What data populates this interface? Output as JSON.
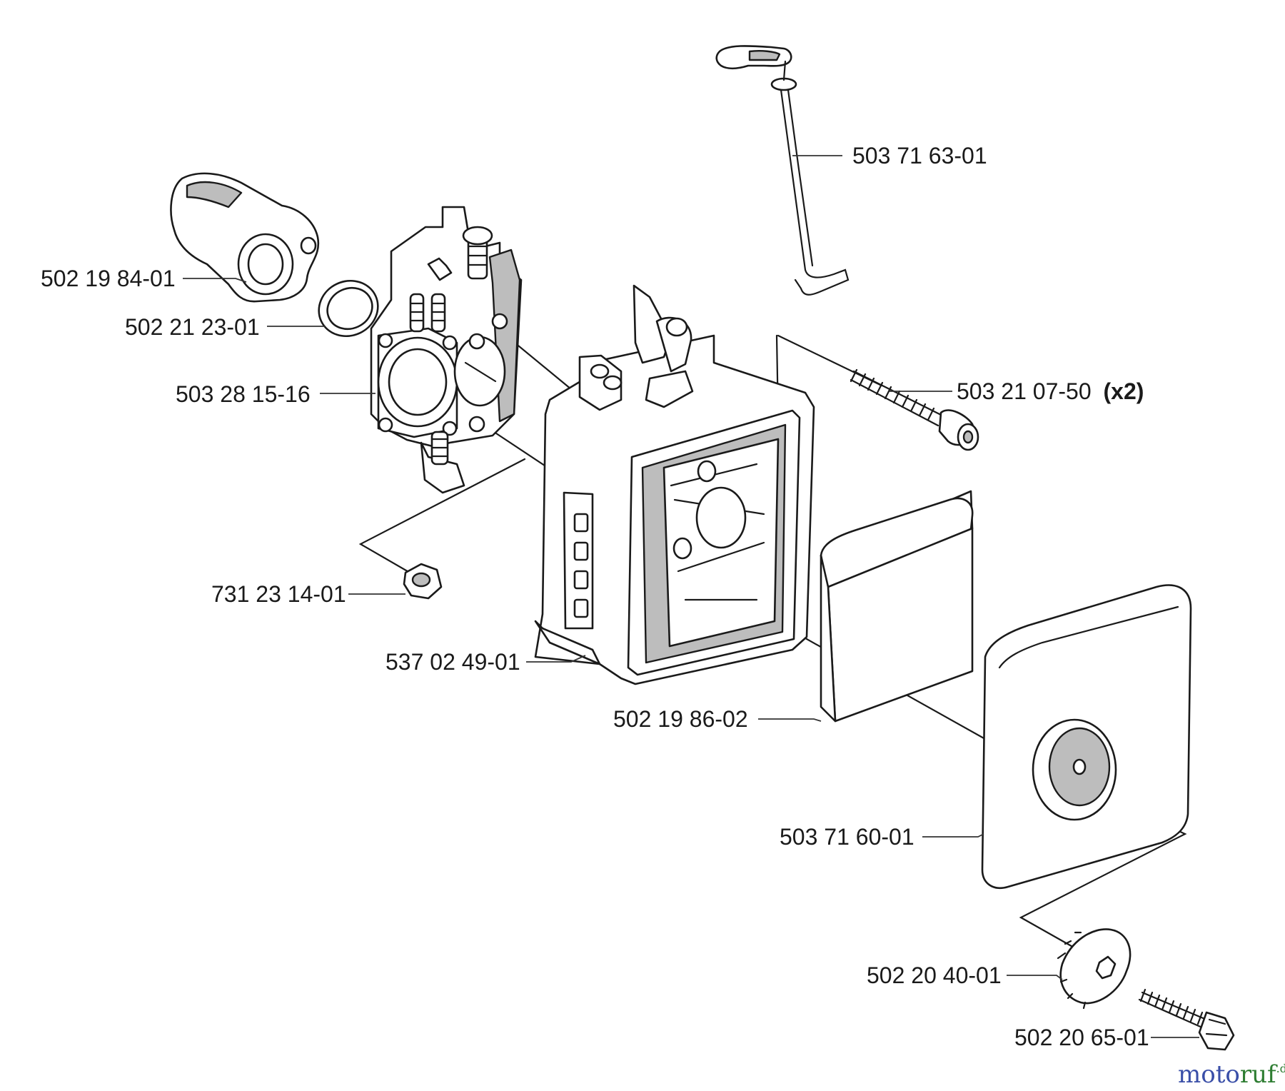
{
  "parts": [
    {
      "id": "choke-rod",
      "number": "503 71 63-01"
    },
    {
      "id": "intake-elbow",
      "number": "502 19 84-01"
    },
    {
      "id": "sealing-ring",
      "number": "502 21 23-01"
    },
    {
      "id": "carburetor",
      "number": "503 28 15-16"
    },
    {
      "id": "stud-bolt",
      "number": "503 21 07-50",
      "qty": "(x2)"
    },
    {
      "id": "hex-nut",
      "number": "731 23 14-01"
    },
    {
      "id": "air-filter-holder",
      "number": "537 02 49-01"
    },
    {
      "id": "filter-foam",
      "number": "502 19 86-02"
    },
    {
      "id": "filter-cover",
      "number": "503 71 60-01"
    },
    {
      "id": "knob",
      "number": "502 20 40-01"
    },
    {
      "id": "screw",
      "number": "502 20 65-01"
    }
  ],
  "watermark": {
    "brand_part1": "moto",
    "brand_part2": "ruf",
    "suffix": ".de",
    "color1": "#3a4fa8",
    "color2": "#2e7d32"
  }
}
